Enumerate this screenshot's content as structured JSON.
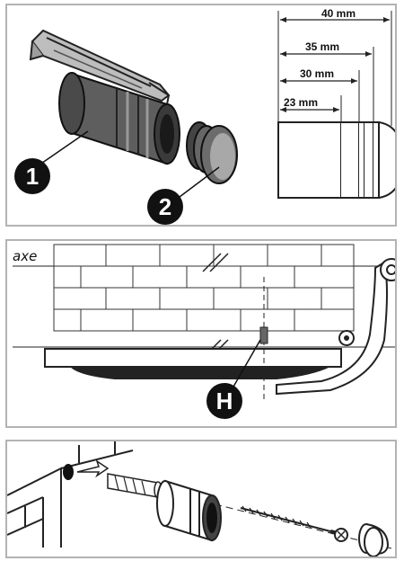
{
  "panel1": {
    "callouts": [
      "1",
      "2"
    ],
    "dimensions": [
      "40 mm",
      "35 mm",
      "30 mm",
      "23 mm"
    ]
  },
  "panel2": {
    "axis_label": "axe",
    "callout": "H"
  },
  "panel3": {}
}
